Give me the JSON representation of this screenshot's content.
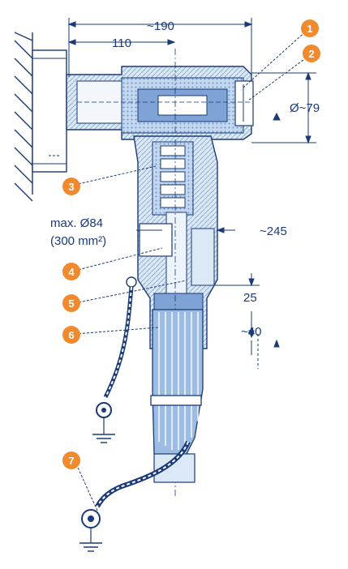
{
  "dimensions": {
    "total_length": "~190",
    "bushing_length": "110",
    "head_diameter": "Ø~79",
    "cable_diameter_line1": "max. Ø84",
    "cable_diameter_line2": "(300 mm²)",
    "overall_height": "~245",
    "stub_a": "25",
    "stub_b": "~40"
  },
  "callouts": [
    "1",
    "2",
    "3",
    "4",
    "5",
    "6",
    "7"
  ],
  "colors": {
    "line": "#1a3a78",
    "body_fill": "#cfe0f3",
    "body_dark": "#7fa3d4",
    "callout": "#f08a2e",
    "wall": "#1a3a78"
  },
  "icons": [
    "ground-symbol",
    "cable-lug",
    "dimension-arrow"
  ]
}
